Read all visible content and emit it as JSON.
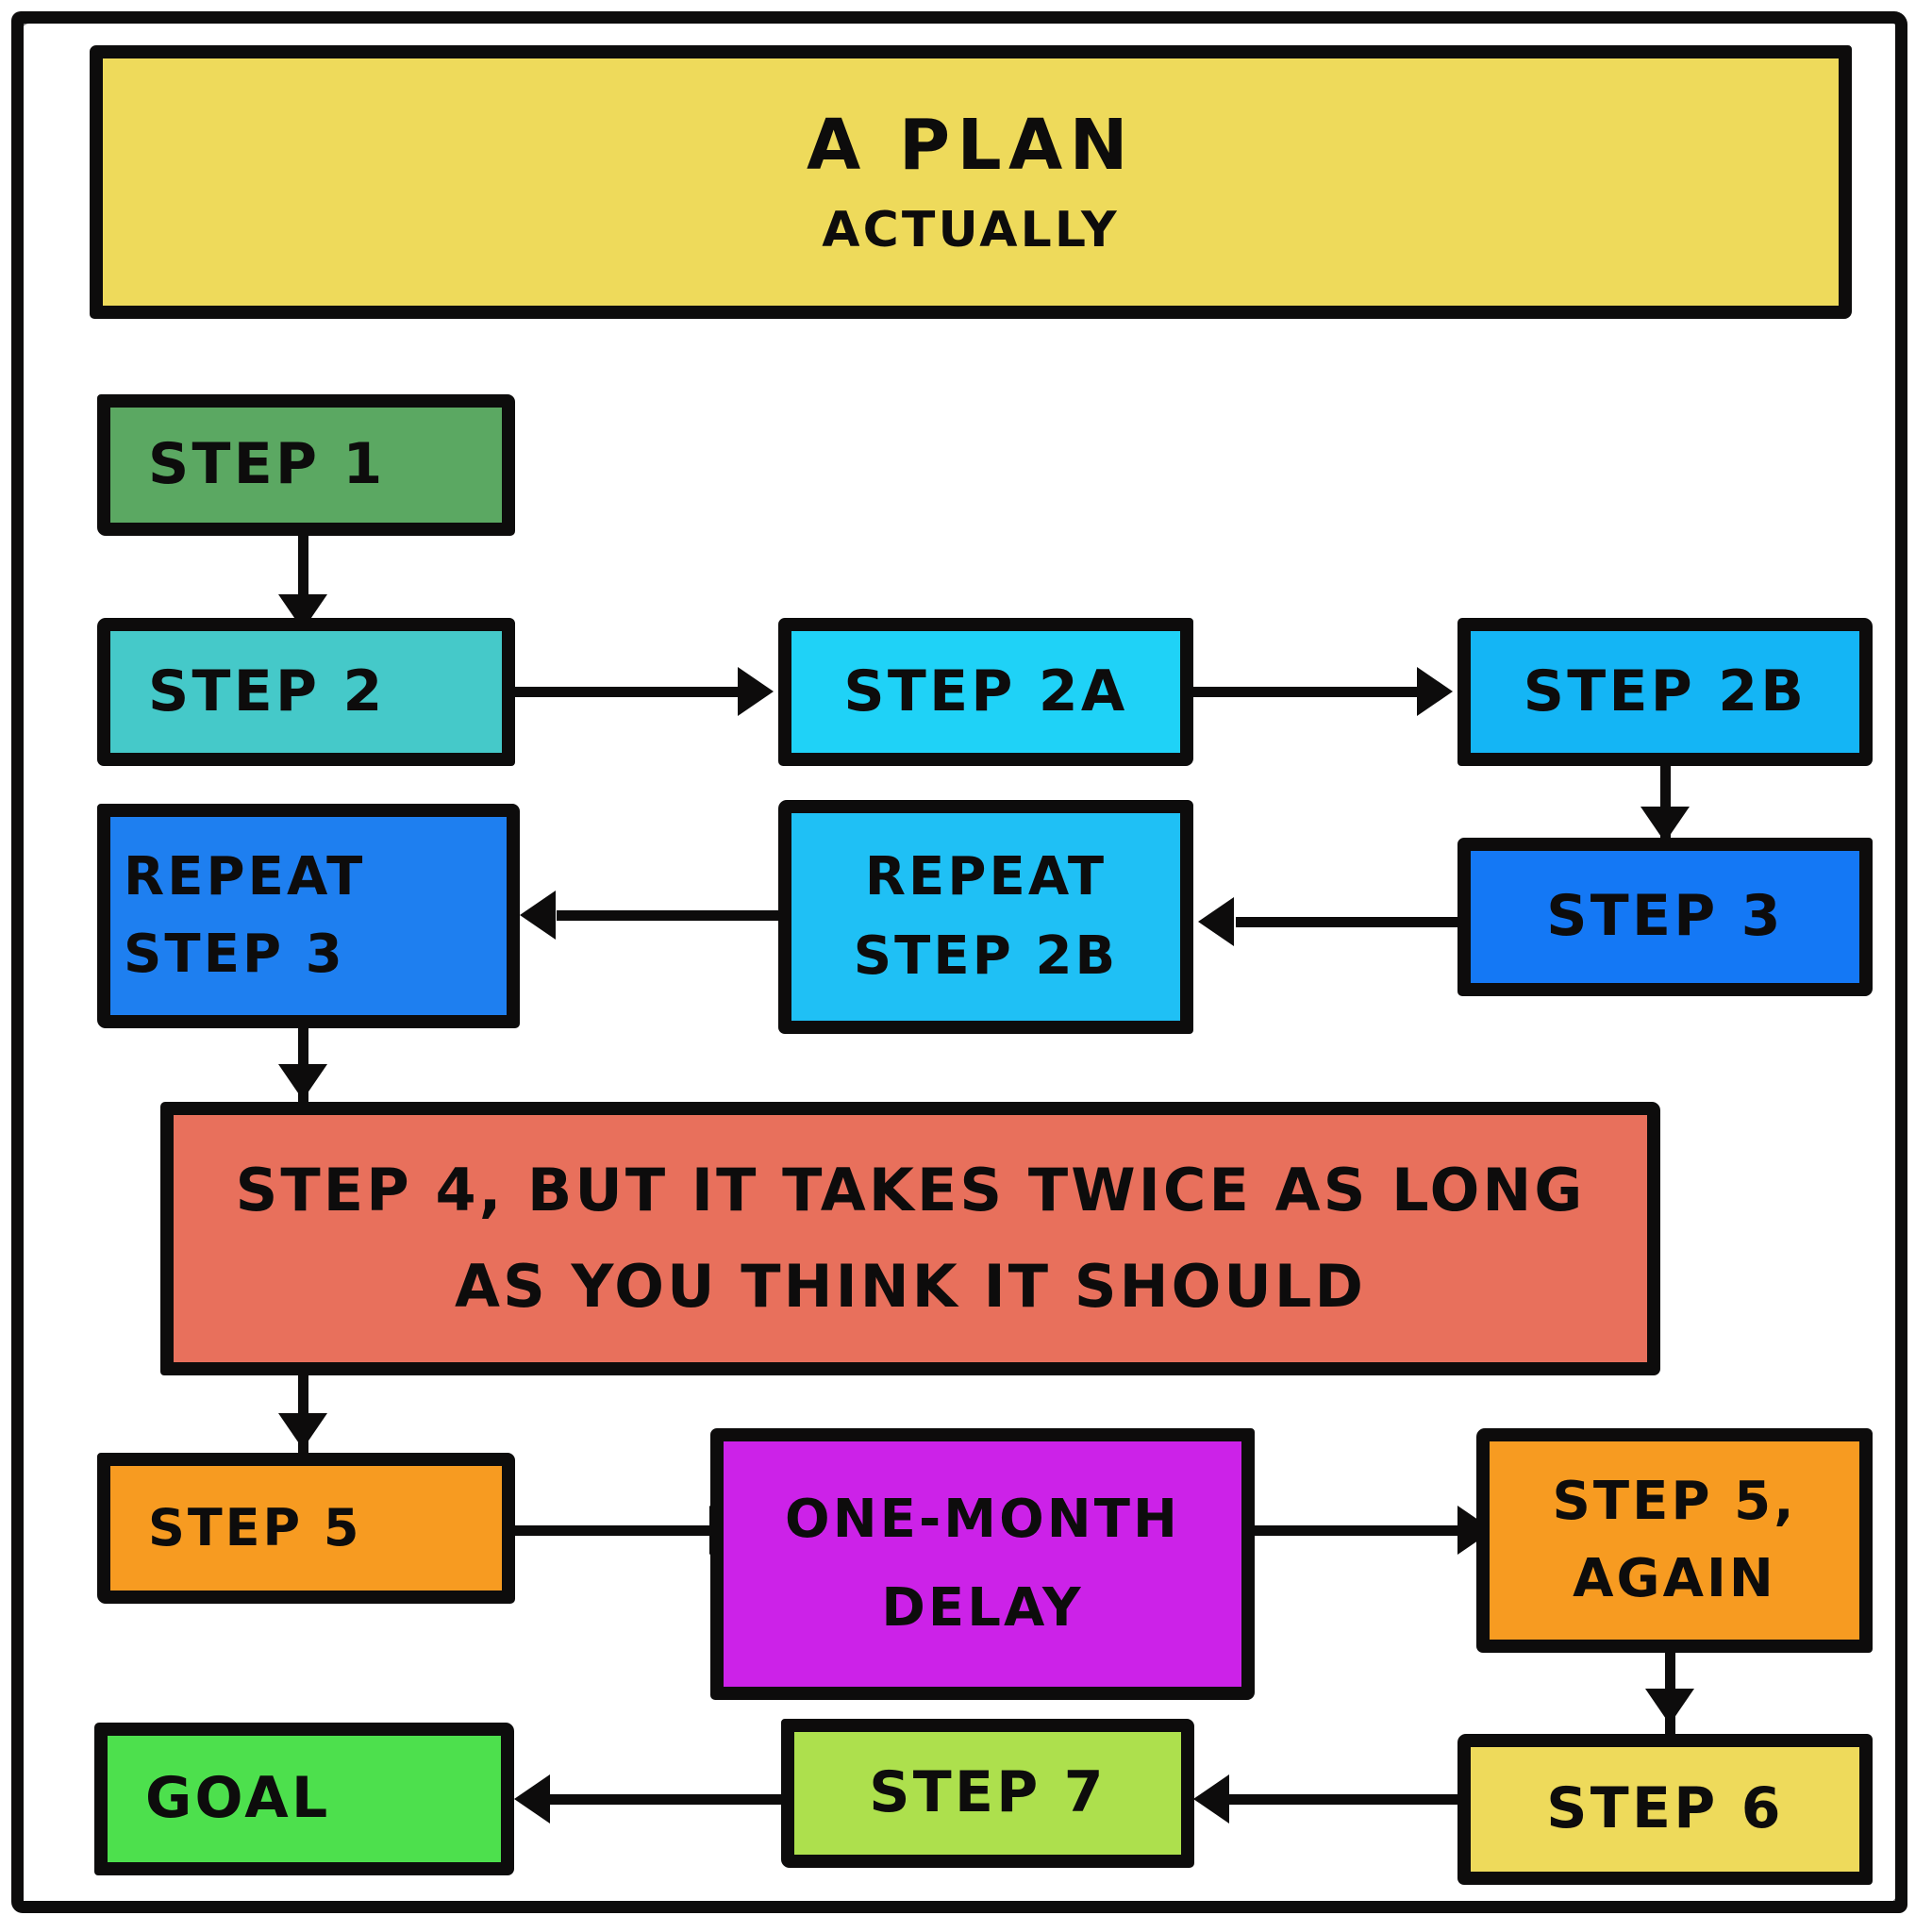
{
  "frame": {
    "border_color": "#0d0c0c",
    "background": "#ffffff"
  },
  "banner": {
    "title": "A PLAN",
    "subtitle": "ACTUALLY",
    "color": "#EEDA5B"
  },
  "nodes": [
    {
      "id": "step1",
      "label": "STEP 1",
      "color": "#5BA862"
    },
    {
      "id": "step2",
      "label": "STEP 2",
      "color": "#45C9C9"
    },
    {
      "id": "step2a",
      "label": "STEP 2A",
      "color": "#1FD2F7"
    },
    {
      "id": "step2b",
      "label": "STEP 2B",
      "color": "#14B5F5"
    },
    {
      "id": "step3",
      "label": "STEP 3",
      "color": "#1478F5"
    },
    {
      "id": "repeat2b",
      "label": "REPEAT\nSTEP 2B",
      "line1": "REPEAT",
      "line2": "STEP 2B",
      "color": "#1FC0F5"
    },
    {
      "id": "repeat3",
      "label": "REPEAT\nSTEP 3",
      "line1": "REPEAT",
      "line2": "STEP 3",
      "color": "#1E7FF0"
    },
    {
      "id": "step4",
      "label": "STEP 4, BUT IT TAKES TWICE AS LONG AS YOU THINK IT SHOULD",
      "line1": "STEP 4, BUT IT TAKES TWICE AS LONG",
      "line2": "AS YOU THINK IT SHOULD",
      "color": "#E8705C"
    },
    {
      "id": "step5",
      "label": "STEP 5",
      "color": "#F79B21"
    },
    {
      "id": "delay",
      "label": "ONE-MONTH DELAY",
      "line1": "ONE-MONTH",
      "line2": "DELAY",
      "color": "#CC22E8"
    },
    {
      "id": "step5again",
      "label": "STEP 5, AGAIN",
      "line1": "STEP 5,",
      "line2": "AGAIN",
      "color": "#F79B21"
    },
    {
      "id": "step6",
      "label": "STEP 6",
      "color": "#EEDA5B"
    },
    {
      "id": "step7",
      "label": "STEP 7",
      "color": "#ADE04D"
    },
    {
      "id": "goal",
      "label": "GOAL",
      "color": "#4DE04D"
    }
  ],
  "edges": [
    {
      "from": "step1",
      "to": "step2",
      "direction": "down"
    },
    {
      "from": "step2",
      "to": "step2a",
      "direction": "right"
    },
    {
      "from": "step2a",
      "to": "step2b",
      "direction": "right"
    },
    {
      "from": "step2b",
      "to": "step3",
      "direction": "down"
    },
    {
      "from": "step3",
      "to": "repeat2b",
      "direction": "left"
    },
    {
      "from": "repeat2b",
      "to": "repeat3",
      "direction": "left"
    },
    {
      "from": "repeat3",
      "to": "step4",
      "direction": "down"
    },
    {
      "from": "step4",
      "to": "step5",
      "direction": "down"
    },
    {
      "from": "step5",
      "to": "delay",
      "direction": "right"
    },
    {
      "from": "delay",
      "to": "step5again",
      "direction": "right"
    },
    {
      "from": "step5again",
      "to": "step6",
      "direction": "down"
    },
    {
      "from": "step6",
      "to": "step7",
      "direction": "left"
    },
    {
      "from": "step7",
      "to": "goal",
      "direction": "left"
    }
  ]
}
